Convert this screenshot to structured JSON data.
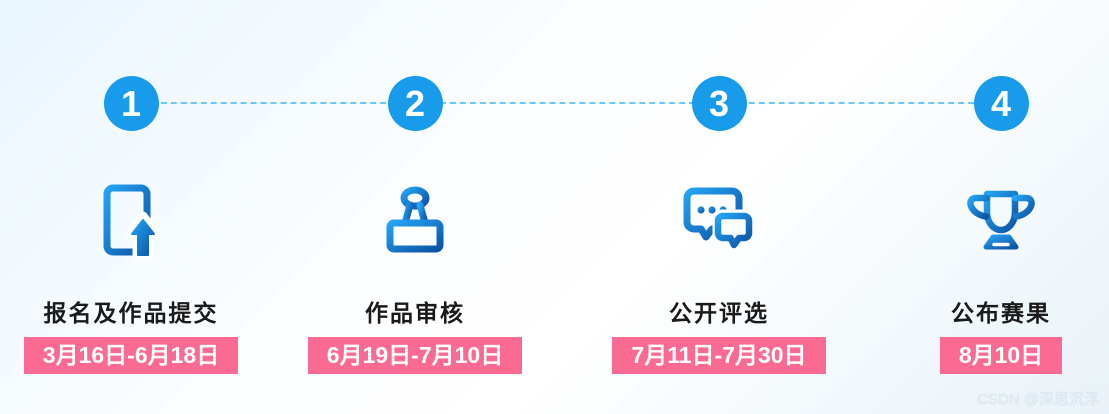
{
  "timeline": {
    "connector_color": "#6CC7F4",
    "circle_color": "#189BEB",
    "icon_gradient_start": "#25A2F3",
    "icon_gradient_end": "#0C53A4",
    "date_badge_bg": "#FA6A92",
    "date_badge_text_color": "#FFFFFF",
    "label_text_color": "#1A1A1A",
    "steps": [
      {
        "number": "1",
        "icon": "document-upload-icon",
        "label": "报名及作品提交",
        "date": "3月16日-6月18日"
      },
      {
        "number": "2",
        "icon": "stamp-icon",
        "label": "作品审核",
        "date": "6月19日-7月10日"
      },
      {
        "number": "3",
        "icon": "chat-bubbles-icon",
        "label": "公开评选",
        "date": "7月11日-7月30日"
      },
      {
        "number": "4",
        "icon": "trophy-icon",
        "label": "公布赛果",
        "date": "8月10日"
      }
    ]
  },
  "watermark": {
    "text": "CSDN @深思沉浮"
  }
}
